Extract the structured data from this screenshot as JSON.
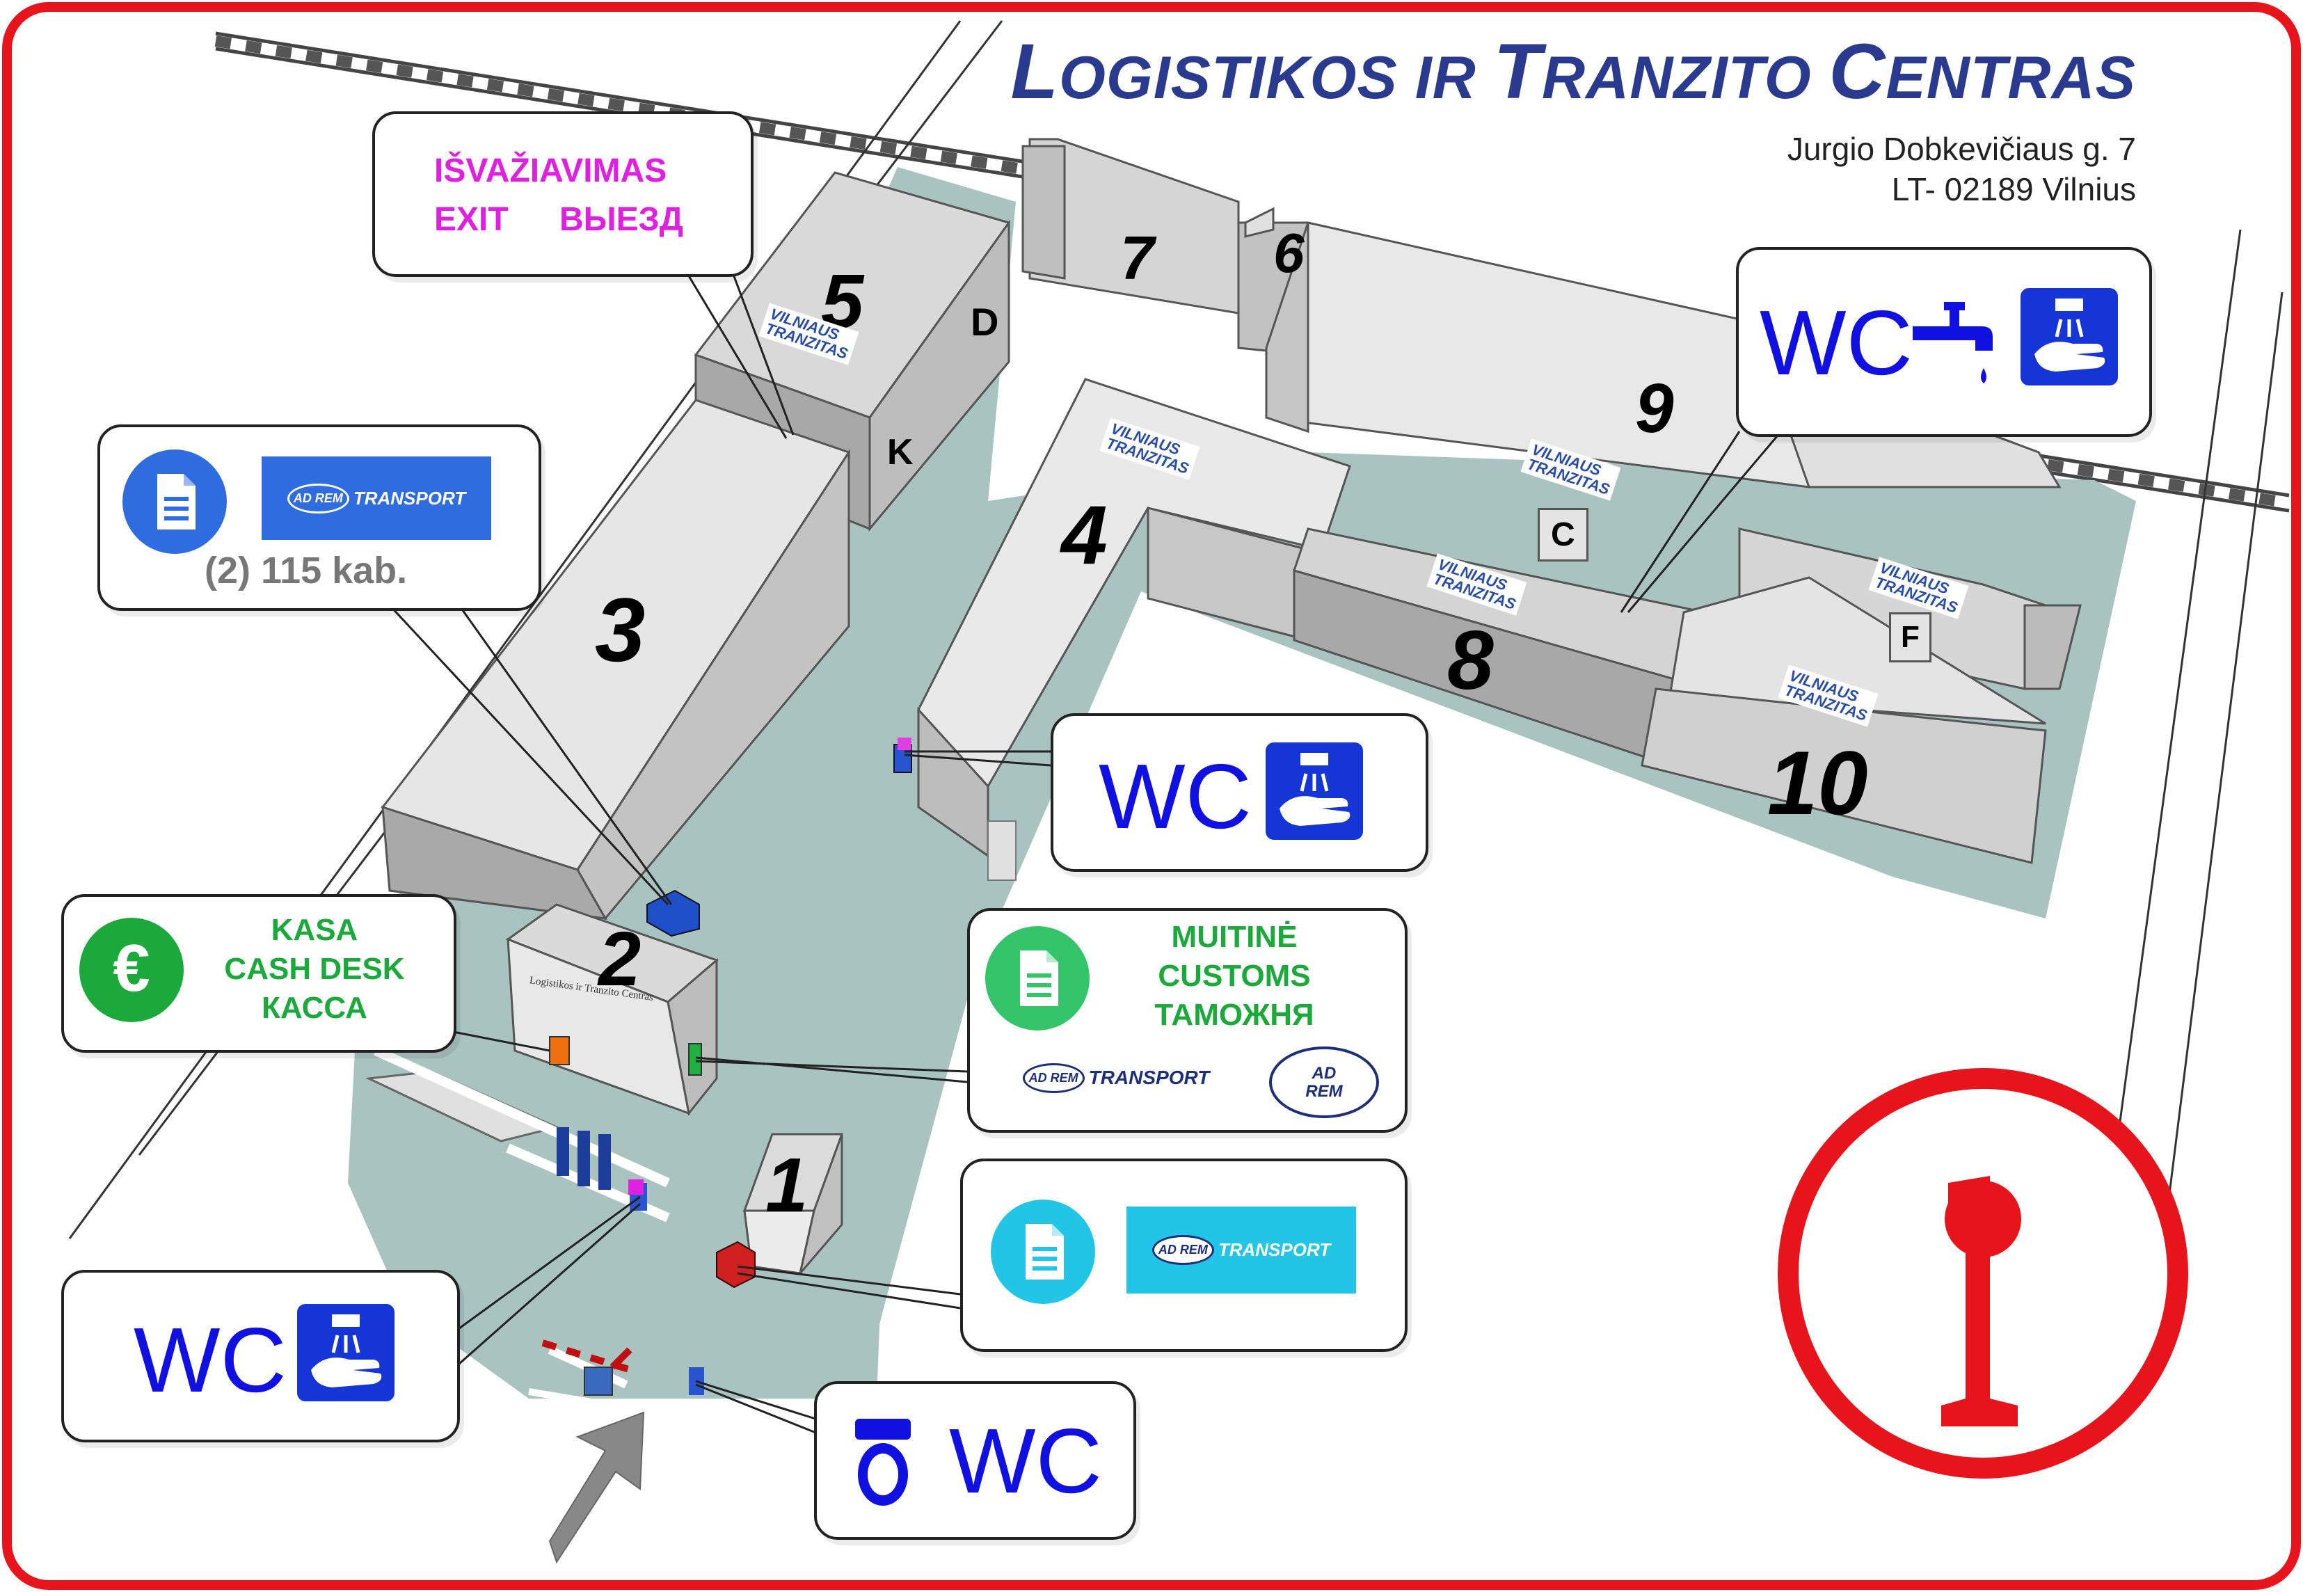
{
  "header": {
    "title_l": "L",
    "title_1": "OGISTIKOS IR ",
    "title_t": "T",
    "title_2": "RANZITO ",
    "title_c": "C",
    "title_3": "ENTRAS",
    "address_line1": "Jurgio Dobkevičiaus g. 7",
    "address_line2": "LT- 02189 Vilnius"
  },
  "buildings": {
    "b1": "1",
    "b2": "2",
    "b3": "3",
    "b4": "4",
    "b5": "5",
    "b6": "6",
    "b7": "7",
    "b8": "8",
    "b9": "9",
    "b10": "10",
    "d": "D",
    "k": "K",
    "c": "C",
    "f": "F"
  },
  "brand": {
    "vilniaus": "VILNIAUS",
    "tranzitas": "TRANZITAS",
    "ad": "AD",
    "rem": "REM",
    "transport": "TRANSPORT",
    "building2_sign": "Logistikos ir Tranzito Centras"
  },
  "callouts": {
    "exit": {
      "lt": "IŠVAŽIAVIMAS",
      "en": "EXIT",
      "ru": "ВЫЕЗД"
    },
    "office": {
      "room": "(2) 115 kab."
    },
    "cash": {
      "lt": "KASA",
      "en": "CASH DESK",
      "ru": "КАССА"
    },
    "customs": {
      "lt": "MUITINĖ",
      "en": "CUSTOMS",
      "ru": "ТАМОЖНЯ"
    },
    "wc_label": "WC"
  },
  "colors": {
    "frame": "#e8141c",
    "yard": "#a9c3c1",
    "title": "#2a3b8f",
    "wc_blue": "#1010e0",
    "green": "#1aa93a",
    "magenta": "#e020e0",
    "info_red": "#e8141c"
  },
  "icons": {
    "document": "document-icon",
    "euro": "euro-icon",
    "handwash": "handwash-icon",
    "tap": "water-tap-icon",
    "toilet": "toilet-icon",
    "info": "info-icon",
    "arrow": "entrance-arrow-icon"
  }
}
